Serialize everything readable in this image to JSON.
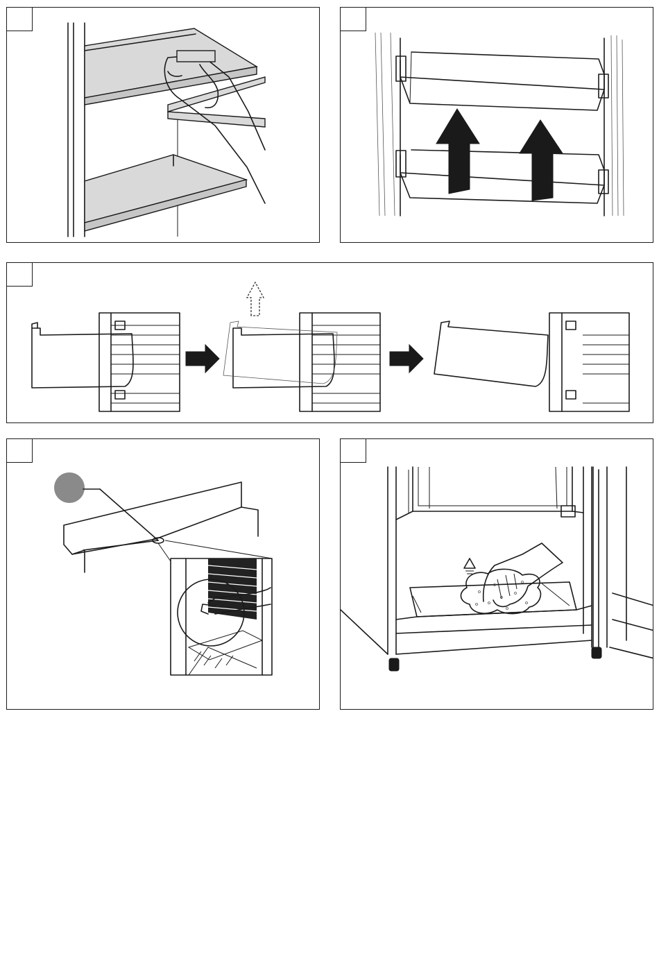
{
  "panels": [
    {
      "id": "p1",
      "depicts": "hand-removing-glass-shelf"
    },
    {
      "id": "p2",
      "depicts": "door-balconies-lifted-up"
    },
    {
      "id": "p3",
      "depicts": "drawer-removal-sequence"
    },
    {
      "id": "p4",
      "depicts": "drain-hole-cleaning"
    },
    {
      "id": "p5",
      "depicts": "wiping-freezer-compartment"
    }
  ],
  "colors": {
    "line": "#1a1a1a",
    "shelf": "#d9d9d9",
    "marker": "#8a8a8a",
    "arrow": "#1a1a1a"
  }
}
